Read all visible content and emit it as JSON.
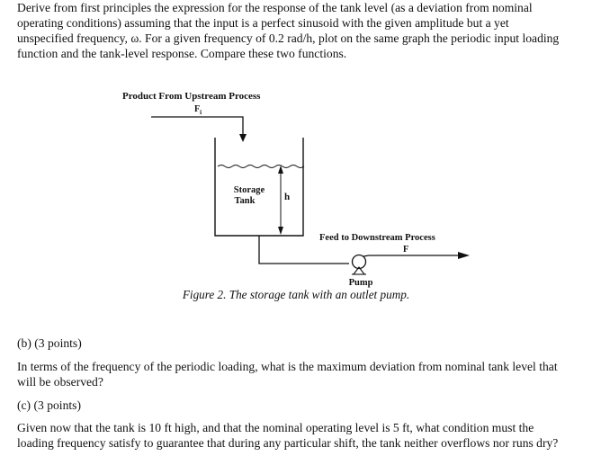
{
  "intro": {
    "text": "Derive from first principles the expression for the response of the tank level (as a deviation from nominal operating conditions) assuming that the input is a perfect sinusoid with the given amplitude but a yet unspecified frequency, ω. For a given frequency of 0.2 rad/h, plot on the same graph the periodic input loading function and the tank-level response. Compare these two functions."
  },
  "figure": {
    "inlet_label": "Product From Upstream Process",
    "inlet_symbol": "F",
    "inlet_subscript": "i",
    "tank_label_line1": "Storage",
    "tank_label_line2": "Tank",
    "level_symbol": "h",
    "outlet_label": "Feed to Downstream Process",
    "outlet_symbol": "F",
    "pump_label": "Pump",
    "caption": "Figure 2. The storage tank with an outlet pump."
  },
  "part_b": {
    "heading": "(b)  (3 points)",
    "text": "In terms of the frequency of the periodic loading, what is the maximum deviation from nominal tank level that will be observed?"
  },
  "part_c": {
    "heading": "(c)  (3 points)",
    "text": "Given now that the tank is 10 ft high, and that the nominal operating level is 5 ft, what condition must the loading frequency satisfy to guarantee that during any particular shift, the tank neither overflows nor runs dry?"
  }
}
